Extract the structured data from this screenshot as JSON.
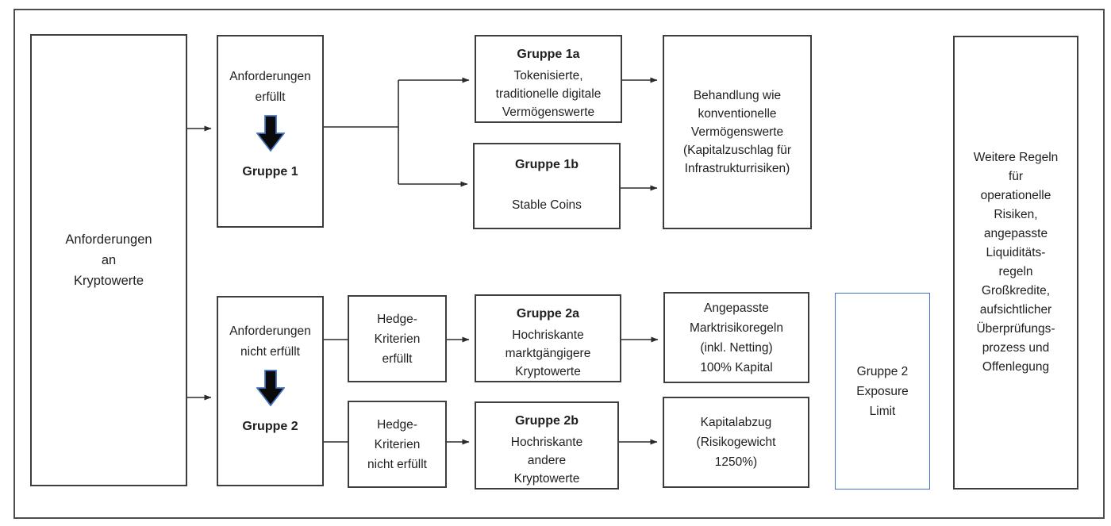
{
  "diagram": {
    "colors": {
      "box_border": "#3d3d3d",
      "frame_border": "#4d4d4d",
      "accent_blue": "#4472C4",
      "arrow_fill": "#0a0a0a",
      "text": "#1f1f1f"
    },
    "source_box": {
      "label": "Anforderungen\nan\nKryptowerte"
    },
    "group1_box": {
      "condition": "Anforderungen\nerfüllt",
      "arrow_icon": "down-block-arrow",
      "label": "Gruppe 1"
    },
    "group2_box": {
      "condition": "Anforderungen\nnicht erfüllt",
      "arrow_icon": "down-block-arrow",
      "label": "Gruppe 2"
    },
    "hedge_met_box": {
      "label": "Hedge-\nKriterien\nerfüllt"
    },
    "hedge_not_met_box": {
      "label": "Hedge-\nKriterien\nnicht erfüllt"
    },
    "group1a_box": {
      "title": "Gruppe 1a",
      "body": "Tokenisierte,\ntraditionelle digitale\nVermögenswerte"
    },
    "group1b_box": {
      "title": "Gruppe 1b",
      "body": "Stable Coins"
    },
    "group2a_box": {
      "title": "Gruppe 2a",
      "body": "Hochriskante\nmarktgängigere\nKryptowerte"
    },
    "group2b_box": {
      "title": "Gruppe 2b",
      "body": "Hochriskante\nandere\nKryptowerte"
    },
    "treatment_group1_box": {
      "label": "Behandlung wie\nkonventionelle\nVermögenswerte\n(Kapitalzuschlag für\nInfrastrukturrisiken)"
    },
    "treatment_group2a_box": {
      "label": "Angepasste\nMarktrisikoregeln\n(inkl. Netting)\n100% Kapital"
    },
    "treatment_group2b_box": {
      "label": "Kapitalabzug\n(Risikogewicht\n1250%)"
    },
    "exposure_limit_box": {
      "label": "Gruppe 2\nExposure\nLimit"
    },
    "additional_rules_box": {
      "label": "Weitere Regeln\nfür\noperationelle\nRisiken,\nangepasste\nLiquiditäts-\nregeln\nGroßkredite,\naufsichtlicher\nÜberprüfungs-\nprozess und\nOffenlegung"
    }
  }
}
